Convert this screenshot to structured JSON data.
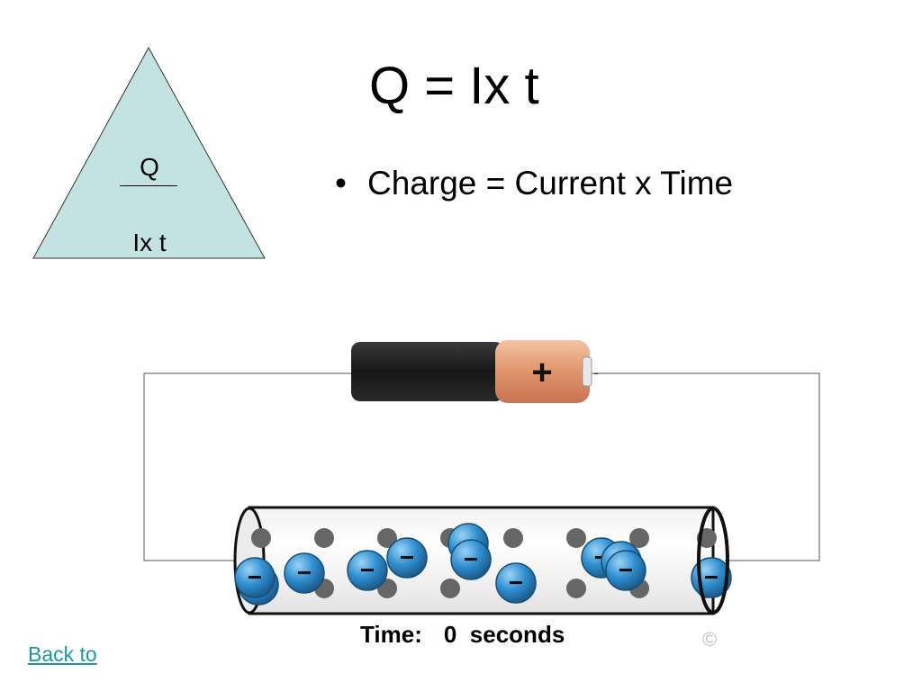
{
  "triangle": {
    "numerator": "Q",
    "denominator": "Ix t",
    "fill_color": "#c3e3e3"
  },
  "heading": {
    "title": "Q = Ix t",
    "bullet": "Charge = Current x Time"
  },
  "animation": {
    "battery_plus": "+",
    "battery_minus": "-",
    "electron_symbol": "−",
    "time_label": "Time:",
    "time_value": "0",
    "time_unit": "seconds",
    "copyright": "©",
    "colors": {
      "electron": "#2f8fd0",
      "atom": "#666666",
      "battery_body": "#1a1a1a",
      "battery_cap": "#e0946a"
    }
  },
  "navigation": {
    "back_link": "Back to"
  }
}
